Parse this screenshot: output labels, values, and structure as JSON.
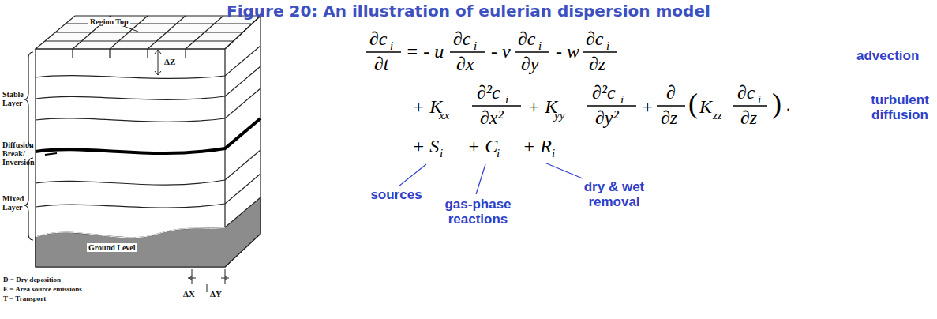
{
  "diagram": {
    "title": "Figure 20: An illustration of eulerian dispersion model",
    "labels": [
      "∂c",
      "i",
      "∂t",
      "= - u",
      "∂c",
      "i",
      "∂x",
      "- v",
      "∂c",
      "i",
      "∂y",
      "- w",
      "∂c",
      "i",
      "∂z",
      "advection",
      "+ K",
      "xx",
      "∂²c",
      "i",
      "∂x²",
      "+ K",
      "yy",
      "∂²c",
      "i",
      "∂y²",
      "+",
      "∂",
      "∂z",
      "(",
      "K",
      "zz",
      "∂c",
      "i",
      "∂z",
      ")",
      ".",
      "turbulent diffusion",
      "+ S",
      "i",
      "+ C",
      "i",
      "+ R",
      "i",
      "sources",
      "gas-phase reactions",
      "dry & wet removal",
      "Region Top",
      "Stable Layer",
      "Diffusion Break/ Inversion",
      "Mixed Layer",
      "Ground Level",
      "ΔZ",
      "ΔX",
      "ΔY",
      "D = Dry deposition",
      "E = Area source emissions",
      "T = Transport"
    ]
  }
}
